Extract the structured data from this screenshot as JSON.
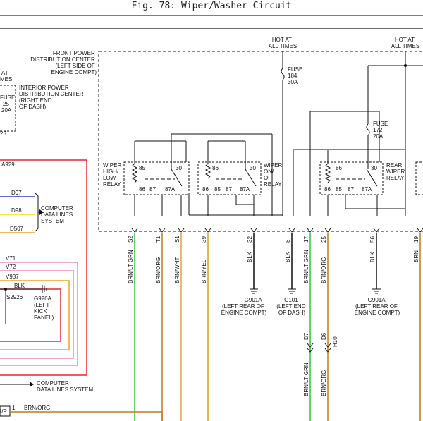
{
  "title": "Fig. 78: Wiper/Washer Circuit",
  "labels": {
    "hot1": [
      "HOT AT",
      "ALL TIMES"
    ],
    "hot2": [
      "HOT AT",
      "ALL TIMES"
    ],
    "front_pdc": [
      "FRONT POWER",
      "DISTRIBUTION CENTER",
      "(LEFT SIDE OF",
      "ENGINE COMPT)"
    ],
    "interior_pdc": [
      "INTERIOR POWER",
      "DISTRIBUTION CENTER",
      "(RIGHT END",
      "OF DASH)"
    ],
    "left_cut": [
      "AT",
      "MES"
    ],
    "fuse_left": [
      "FUSE",
      "25",
      "20A"
    ],
    "left_23": "23",
    "fuse184": [
      "FUSE",
      "184",
      "30A"
    ],
    "fuse172": [
      "FUSE",
      "172",
      "20A"
    ],
    "wiper_hl": [
      "WIPER",
      "HIGH/",
      "LOW",
      "RELAY"
    ],
    "wiper_onoff": [
      "WIPER",
      "ON/",
      "OFF",
      "RELAY"
    ],
    "rear_wiper": [
      "REAR",
      "WIPER",
      "RELAY"
    ],
    "relay_pins": {
      "p85": "85",
      "p86": "86",
      "p30": "30",
      "p87": "87",
      "p87a": "87A"
    },
    "computer1": [
      "COMPUTER",
      "DATA LINES",
      "SYSTEM"
    ],
    "computer2": [
      "COMPUTER",
      "DATA LINES SYSTEM"
    ],
    "a929": "A929",
    "d97": "D97",
    "d98": "D98",
    "d507": "D507",
    "v71": "V71",
    "v72": "V72",
    "v937": "V937",
    "blk_left": "BLK",
    "s2926": "S2926",
    "g926a": [
      "G926A",
      "(LEFT",
      "KICK",
      "PANEL)"
    ],
    "brn_org_bottom": "BRN/ORG",
    "bottom_pin": "1",
    "bottom_cut": "I/P",
    "g901a_1": [
      "G901A",
      "(LEFT REAR OF",
      "ENGINE COMPT)"
    ],
    "g101": [
      "G101",
      "(LEFT END",
      "OF DASH)"
    ],
    "g901a_2": [
      "G901A",
      "(LEFT REAR OF",
      "ENGINE COMPT)"
    ],
    "d7": "D7",
    "d6": "D6",
    "h10": "H10",
    "lower_brn_ltgrn": "BRN/LT GRN",
    "lower_brn_org": "BRN/ORG"
  },
  "wires": [
    {
      "pin": "S2",
      "color": "BRN/LT GRN"
    },
    {
      "pin": "T1",
      "color": "BRN/ORG"
    },
    {
      "pin": "S1",
      "color": "BRN/WHT"
    },
    {
      "pin": "39",
      "color": "BRN/YEL"
    },
    {
      "pin": "32",
      "color": "BLK"
    },
    {
      "pin": "8",
      "color": "BLK"
    },
    {
      "pin": "17",
      "color": "BRN/LT GRN"
    },
    {
      "pin": "25",
      "color": "BRN/ORG"
    },
    {
      "pin": "56",
      "color": "BLK"
    },
    {
      "pin": "19",
      "color": "BRN"
    }
  ],
  "colors": {
    "red": "#e0282d",
    "pink": "#f08ab4",
    "orange": "#f0a030",
    "green": "#2ec82e",
    "yellow": "#f2e600",
    "blue": "#2c3cd8",
    "brown": "#c27a18",
    "black": "#111111"
  }
}
